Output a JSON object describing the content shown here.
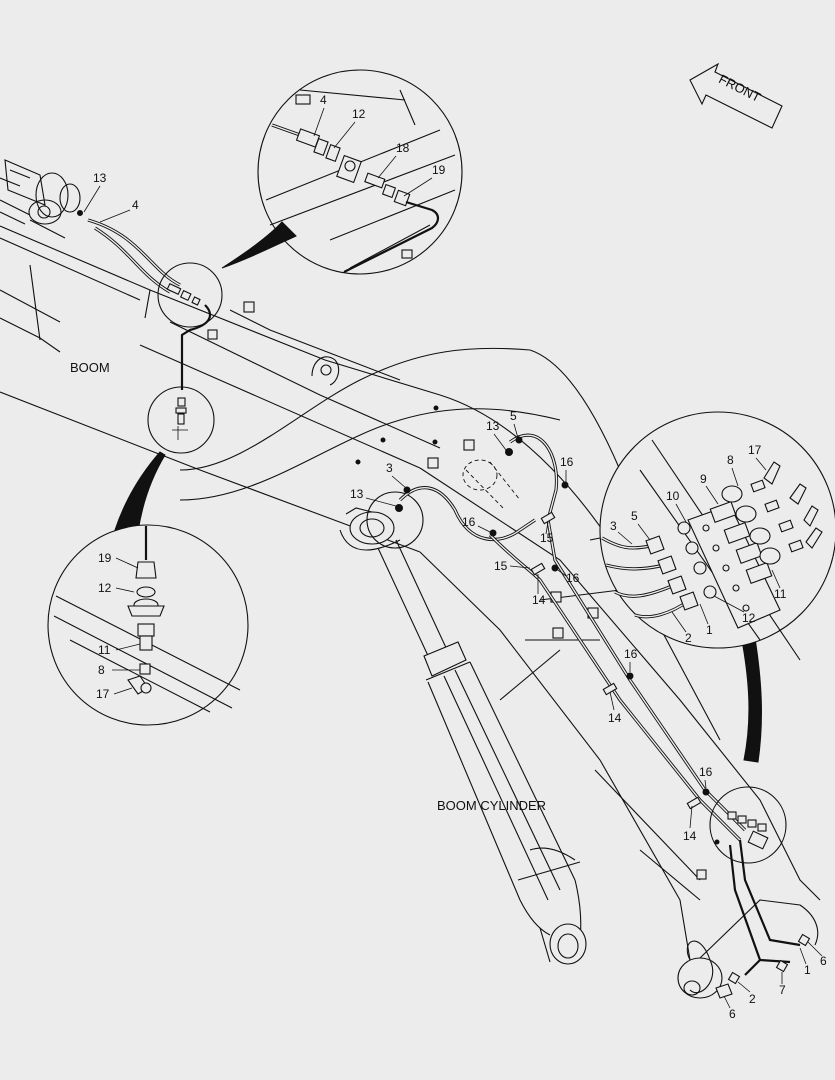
{
  "labels": {
    "front": "FRONT",
    "boom": "BOOM",
    "boom_cylinder": "BOOM CYLINDER"
  },
  "part_numbers": {
    "tl_13": "13",
    "tl_4": "4",
    "ul_4": "4",
    "ul_12": "12",
    "ul_18": "18",
    "ul_19": "19",
    "ll_19": "19",
    "ll_12": "12",
    "ll_11": "11",
    "ll_8": "8",
    "ll_17": "17",
    "m_13a": "13",
    "m_5": "5",
    "m_16a": "16",
    "m_3": "3",
    "m_13b": "13",
    "m_16b": "16",
    "m_15a": "15",
    "m_15b": "15",
    "m_16c": "16",
    "m_14a": "14",
    "m_16d": "16",
    "m_14b": "14",
    "m_16e": "16",
    "m_14c": "14",
    "r_8": "8",
    "r_17": "17",
    "r_9": "9",
    "r_10": "10",
    "r_3": "3",
    "r_5": "5",
    "r_11": "11",
    "r_12": "12",
    "r_2": "2",
    "r_1": "1",
    "b_6a": "6",
    "b_1": "1",
    "b_7": "7",
    "b_2": "2",
    "b_6b": "6"
  },
  "colors": {
    "background": "#ececec",
    "ink": "#111111"
  }
}
